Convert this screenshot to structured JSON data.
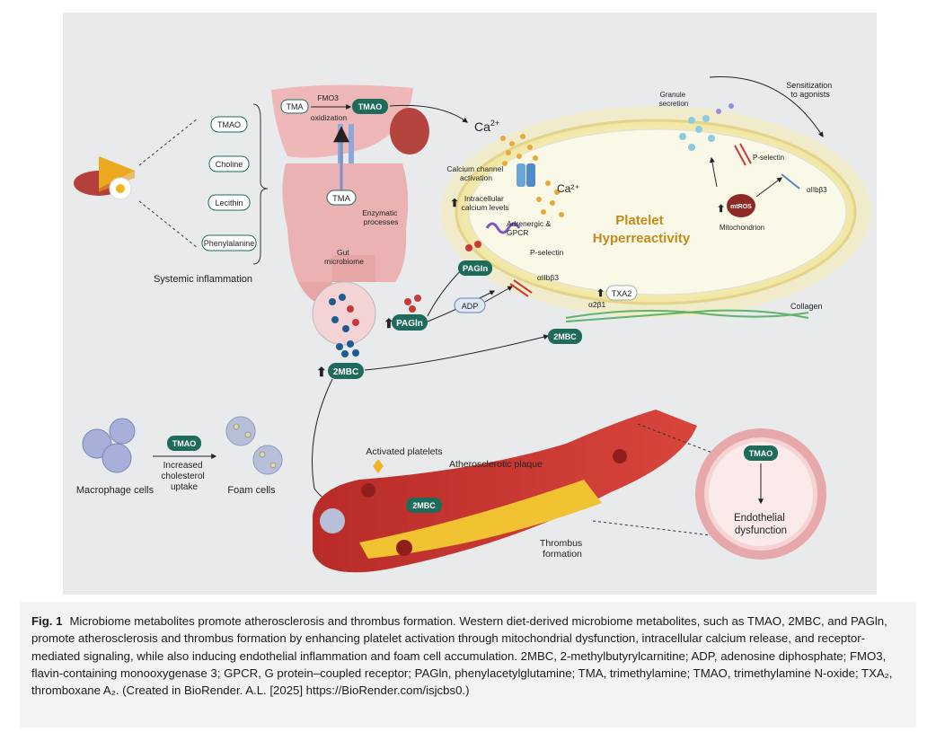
{
  "diagram": {
    "diet_items": [
      "TMAO",
      "Choline",
      "Lecithin",
      "Phenylalanine"
    ],
    "liver": {
      "substrate": "TMA",
      "enzyme": "FMO3",
      "process": "oxidization",
      "product": "TMAO"
    },
    "gut": {
      "tma": "TMA",
      "enzymatic": [
        "Enzymatic",
        "processes"
      ],
      "microbiome": [
        "Gut",
        "microbiome"
      ]
    },
    "systemic_inflammation": "Systemic inflammation",
    "metabolites": {
      "pagln": "PAGln",
      "mbc": "2MBC",
      "up_arrow": "⬆"
    },
    "platelet": {
      "ca": "Ca",
      "ca_sup": "2+",
      "ca_inside": "Ca²⁺",
      "calcium_channel": [
        "Calcium channel",
        "activation"
      ],
      "intracellular": [
        "Intracellular",
        "calcium levels"
      ],
      "adrenergic": [
        "Adrenergic &",
        "GPCR"
      ],
      "pselectin_left": "P-selectin",
      "pagln_receptor": "PAGln",
      "title": [
        "Platelet",
        "Hyperreactivity"
      ],
      "adp": "ADP",
      "aiib3_left": "αIIbβ3",
      "txa2": "TXA2",
      "a2b1": "α2β1",
      "mbc_receptor": "2MBC",
      "collagen": "Collagen",
      "granule": [
        "Granule",
        "secretion"
      ],
      "pselectin_right": "P-selectin",
      "mtros": "mtROS",
      "mitochondrion": "Mitochondrion",
      "aiib3_right": "αIIbβ3",
      "sensitization": [
        "Sensitization",
        "to agonists"
      ]
    },
    "foam": {
      "tmao": "TMAO",
      "uptake": [
        "Increased",
        "cholesterol",
        "uptake"
      ],
      "macrophage": "Macrophage cells",
      "foam_cells": "Foam cells"
    },
    "vessel": {
      "activated": "Activated platelets",
      "plaque": "Atherosclerotic plaque",
      "mbc": "2MBC",
      "thrombus": [
        "Thrombus",
        "formation"
      ]
    },
    "endothelial": {
      "tmao": "TMAO",
      "dysfunction": [
        "Endothelial",
        "dysfunction"
      ]
    }
  },
  "caption": {
    "label": "Fig. 1",
    "text": "Microbiome metabolites promote atherosclerosis and thrombus formation. Western diet-derived microbiome metabolites, such as TMAO, 2MBC, and PAGln, promote atherosclerosis and thrombus formation by enhancing platelet activation through mitochondrial dysfunction, intracellular calcium release, and receptor-mediated signaling, while also inducing endothelial inflammation and foam cell accumulation. 2MBC, 2-methylbutyrylcarnitine; ADP, adenosine diphosphate; FMO3, flavin-containing monooxygenase 3; GPCR, G protein–coupled receptor; PAGln, phenylacetylglutamine; TMA, trimethylamine; TMAO, trimethylamine N-oxide; TXA₂, thromboxane A₂. (Created in BioRender. A.L. [2025] https://BioRender.com/isjcbs0.)"
  },
  "colors": {
    "teal": "#1e6b5c",
    "vessel_red": "#c9302c",
    "plaque_yellow": "#f1c232",
    "platelet_glow": "#f4e9a0",
    "panel_bg": "#e9eaec"
  }
}
